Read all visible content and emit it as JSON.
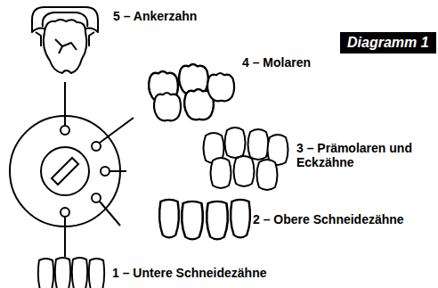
{
  "diagram": {
    "nodes": [
      {
        "text": [
          "Diagramm 1"
        ]
      }
    ],
    "labels": [
      "5 – Ankerzahn",
      "4 – Molaren",
      "3 – Prämolaren und Eckzähne",
      "2 – Obere Schneidezähne",
      "1 – Untere Schneidezähne"
    ]
  }
}
